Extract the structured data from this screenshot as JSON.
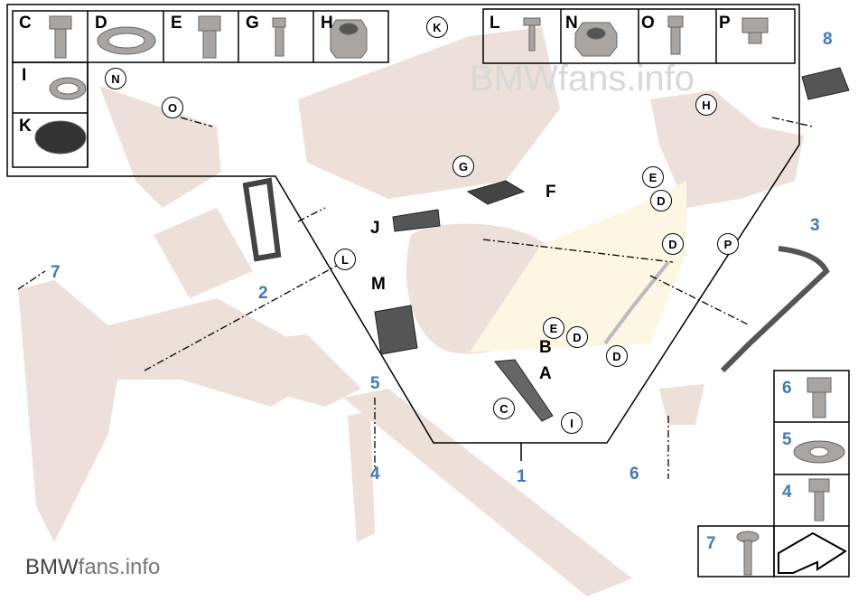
{
  "watermark_bottom": {
    "brand": "BMW",
    "suffix": "fans.info"
  },
  "watermark_top": "BMWfans.info",
  "legend_top_left": [
    "C",
    "D",
    "E",
    "G",
    "H",
    "I",
    "K"
  ],
  "legend_top_right": [
    "L",
    "N",
    "O",
    "P"
  ],
  "legend_right": [
    "6",
    "5",
    "4",
    "7"
  ],
  "callouts": [
    "K",
    "N",
    "O",
    "H",
    "G",
    "F",
    "J",
    "M",
    "L",
    "E",
    "D",
    "D",
    "P",
    "E",
    "D",
    "D",
    "B",
    "A",
    "C",
    "I"
  ],
  "part_numbers": [
    "1",
    "2",
    "3",
    "4",
    "5",
    "6",
    "7",
    "8",
    "4",
    "5",
    "6",
    "7"
  ],
  "colors": {
    "number": "#3b7bbf",
    "ghost": "#eadbd3",
    "highlight": "#fdf6e3"
  }
}
